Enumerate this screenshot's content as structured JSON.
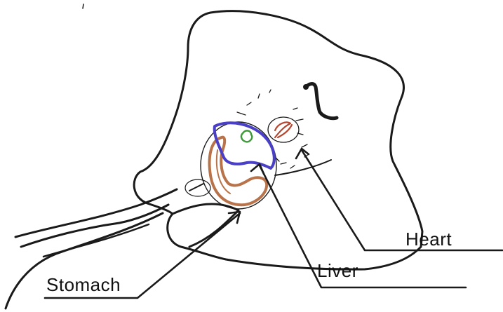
{
  "labels": {
    "heart": "Heart",
    "liver": "Liver",
    "stomach": "Stomach"
  },
  "colors": {
    "outline": "#1a1a1a",
    "liver_outline": "#4a3fc7",
    "stomach_outline": "#b8734a",
    "heart_outline": "#b5452f",
    "gallbladder_outline": "#3f9a3a"
  }
}
